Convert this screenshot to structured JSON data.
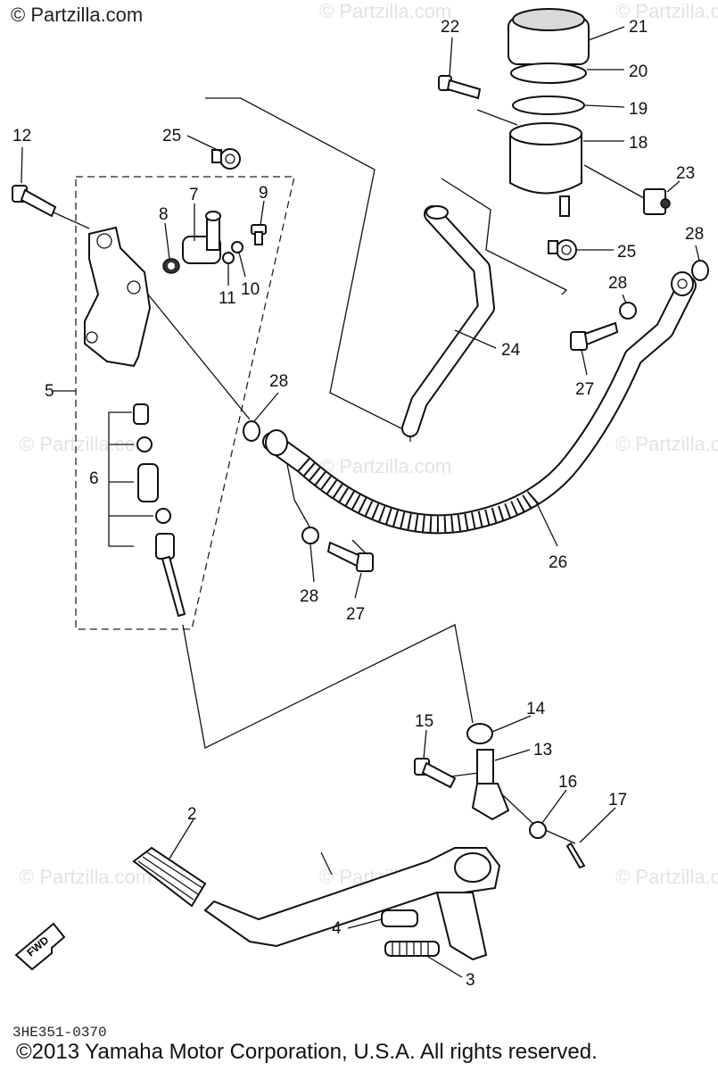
{
  "brand": "© Partzilla.com",
  "watermarks": [
    "© Partzilla.com"
  ],
  "diagram_code": "3HE351-0370",
  "copyright": "©2013  Yamaha Motor Corporation, U.S.A. All rights reserved.",
  "fwd_label": "FWD",
  "callouts": {
    "p2": "2",
    "p3": "3",
    "p4": "4",
    "p5": "5",
    "p6": "6",
    "p7": "7",
    "p8": "8",
    "p9": "9",
    "p10": "10",
    "p11": "11",
    "p12": "12",
    "p13": "13",
    "p14": "14",
    "p15": "15",
    "p16": "16",
    "p17": "17",
    "p18": "18",
    "p19": "19",
    "p20": "20",
    "p21": "21",
    "p22": "22",
    "p23": "23",
    "p24": "24",
    "p25": "25",
    "p26": "26",
    "p27": "27",
    "p28": "28"
  }
}
